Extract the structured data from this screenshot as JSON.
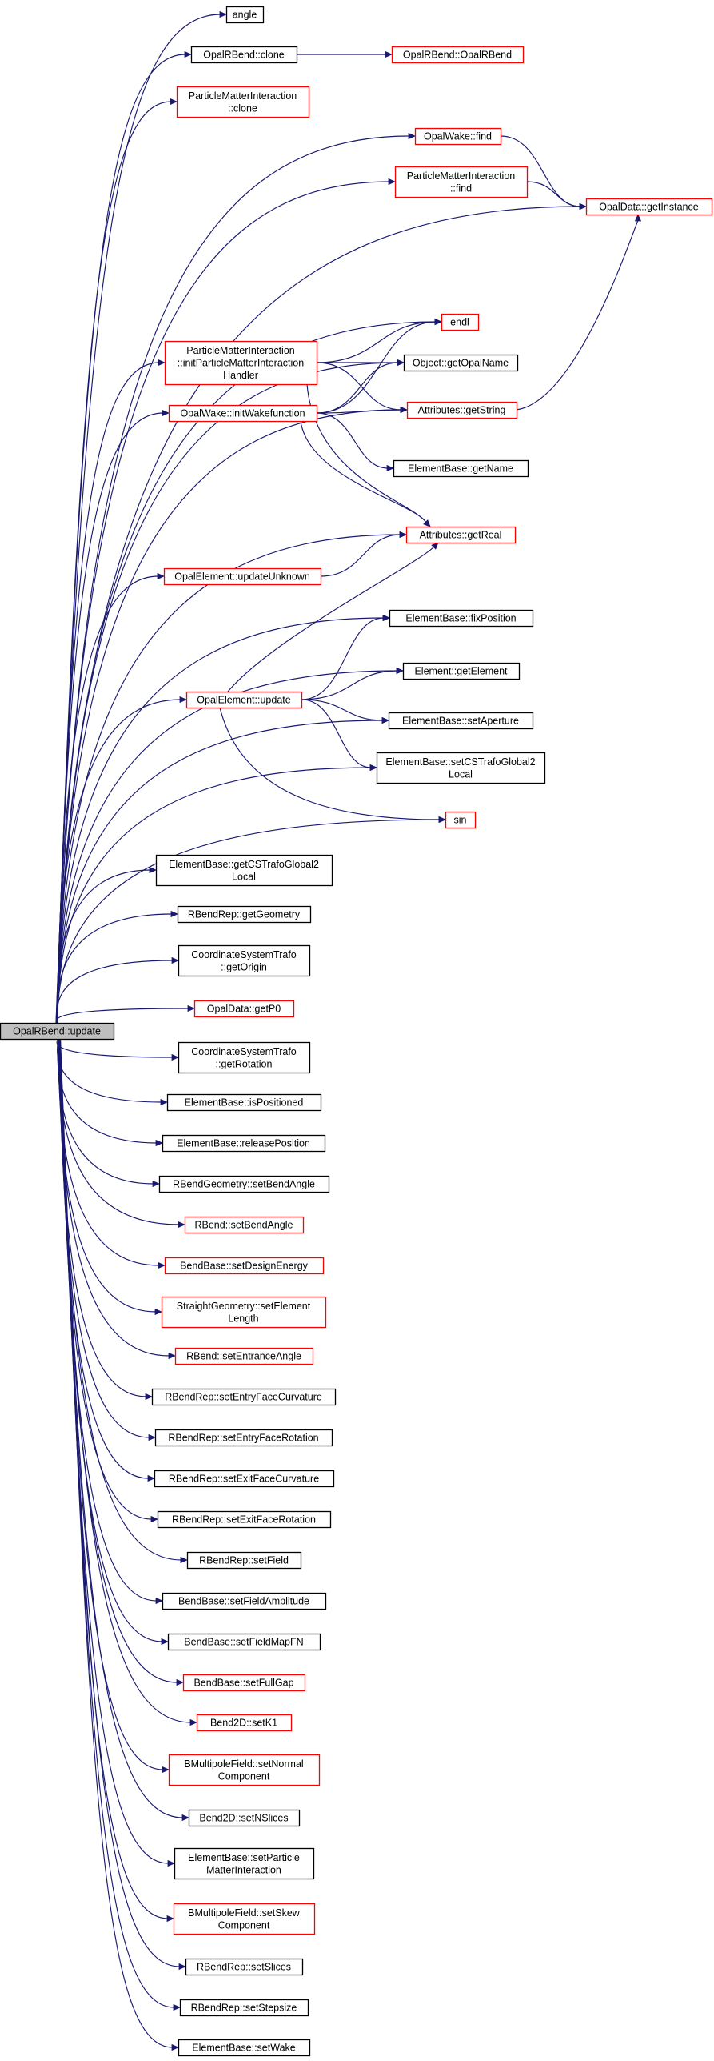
{
  "colors": {
    "edge": "#191970",
    "border_default": "#000000",
    "border_truncated": "#ff0000",
    "root_fill": "#bfbfbf"
  },
  "root": "OpalRBend::update",
  "nodes": [
    {
      "id": "angle",
      "lines": [
        "angle"
      ],
      "red": false
    },
    {
      "id": "opalrbend_clone",
      "lines": [
        "OpalRBend::clone"
      ],
      "red": false
    },
    {
      "id": "opalrbend_ctor",
      "lines": [
        "OpalRBend::OpalRBend"
      ],
      "red": true
    },
    {
      "id": "pmi_clone",
      "lines": [
        "ParticleMatterInteraction",
        "::clone"
      ],
      "red": true
    },
    {
      "id": "opalwake_find",
      "lines": [
        "OpalWake::find"
      ],
      "red": true
    },
    {
      "id": "pmi_find",
      "lines": [
        "ParticleMatterInteraction",
        "::find"
      ],
      "red": true
    },
    {
      "id": "opaldata_getinstance",
      "lines": [
        "OpalData::getInstance"
      ],
      "red": true
    },
    {
      "id": "endl",
      "lines": [
        "endl"
      ],
      "red": true
    },
    {
      "id": "pmi_init",
      "lines": [
        "ParticleMatterInteraction",
        "::initParticleMatterInteraction",
        "Handler"
      ],
      "red": true
    },
    {
      "id": "object_getopalname",
      "lines": [
        "Object::getOpalName"
      ],
      "red": false
    },
    {
      "id": "opalwake_init",
      "lines": [
        "OpalWake::initWakefunction"
      ],
      "red": true
    },
    {
      "id": "attributes_getstring",
      "lines": [
        "Attributes::getString"
      ],
      "red": true
    },
    {
      "id": "elementbase_getname",
      "lines": [
        "ElementBase::getName"
      ],
      "red": false
    },
    {
      "id": "attributes_getreal",
      "lines": [
        "Attributes::getReal"
      ],
      "red": true
    },
    {
      "id": "opalelement_updateunknown",
      "lines": [
        "OpalElement::updateUnknown"
      ],
      "red": true
    },
    {
      "id": "elementbase_fixposition",
      "lines": [
        "ElementBase::fixPosition"
      ],
      "red": false
    },
    {
      "id": "element_getelement",
      "lines": [
        "Element::getElement"
      ],
      "red": false
    },
    {
      "id": "opalelement_update",
      "lines": [
        "OpalElement::update"
      ],
      "red": true
    },
    {
      "id": "elementbase_setaperture",
      "lines": [
        "ElementBase::setAperture"
      ],
      "red": false
    },
    {
      "id": "elementbase_setcstrafo",
      "lines": [
        "ElementBase::setCSTrafoGlobal2",
        "Local"
      ],
      "red": false
    },
    {
      "id": "sin",
      "lines": [
        "sin"
      ],
      "red": true
    },
    {
      "id": "elementbase_getcstrafo",
      "lines": [
        "ElementBase::getCSTrafoGlobal2",
        "Local"
      ],
      "red": false
    },
    {
      "id": "rbendrep_getgeometry",
      "lines": [
        "RBendRep::getGeometry"
      ],
      "red": false
    },
    {
      "id": "cst_getorigin",
      "lines": [
        "CoordinateSystemTrafo",
        "::getOrigin"
      ],
      "red": false
    },
    {
      "id": "opaldata_getp0",
      "lines": [
        "OpalData::getP0"
      ],
      "red": true
    },
    {
      "id": "cst_getrotation",
      "lines": [
        "CoordinateSystemTrafo",
        "::getRotation"
      ],
      "red": false
    },
    {
      "id": "elementbase_ispositioned",
      "lines": [
        "ElementBase::isPositioned"
      ],
      "red": false
    },
    {
      "id": "elementbase_releaseposition",
      "lines": [
        "ElementBase::releasePosition"
      ],
      "red": false
    },
    {
      "id": "rbendgeometry_setbendangle",
      "lines": [
        "RBendGeometry::setBendAngle"
      ],
      "red": false
    },
    {
      "id": "rbend_setbendangle",
      "lines": [
        "RBend::setBendAngle"
      ],
      "red": true
    },
    {
      "id": "bendbase_setdesignenergy",
      "lines": [
        "BendBase::setDesignEnergy"
      ],
      "red": true
    },
    {
      "id": "straightgeometry_setelementlength",
      "lines": [
        "StraightGeometry::setElement",
        "Length"
      ],
      "red": true
    },
    {
      "id": "rbend_setentranceangle",
      "lines": [
        "RBend::setEntranceAngle"
      ],
      "red": true
    },
    {
      "id": "rbendrep_setentryfacecurvature",
      "lines": [
        "RBendRep::setEntryFaceCurvature"
      ],
      "red": false
    },
    {
      "id": "rbendrep_setentryfacerotation",
      "lines": [
        "RBendRep::setEntryFaceRotation"
      ],
      "red": false
    },
    {
      "id": "rbendrep_setexitfacecurvature",
      "lines": [
        "RBendRep::setExitFaceCurvature"
      ],
      "red": false
    },
    {
      "id": "rbendrep_setexitfacerotation",
      "lines": [
        "RBendRep::setExitFaceRotation"
      ],
      "red": false
    },
    {
      "id": "rbendrep_setfield",
      "lines": [
        "RBendRep::setField"
      ],
      "red": false
    },
    {
      "id": "bendbase_setfieldamplitude",
      "lines": [
        "BendBase::setFieldAmplitude"
      ],
      "red": false
    },
    {
      "id": "bendbase_setfieldmapfn",
      "lines": [
        "BendBase::setFieldMapFN"
      ],
      "red": false
    },
    {
      "id": "bendbase_setfullgap",
      "lines": [
        "BendBase::setFullGap"
      ],
      "red": true
    },
    {
      "id": "bend2d_setk1",
      "lines": [
        "Bend2D::setK1"
      ],
      "red": true
    },
    {
      "id": "bmf_setnormal",
      "lines": [
        "BMultipoleField::setNormal",
        "Component"
      ],
      "red": true
    },
    {
      "id": "bend2d_setnslices",
      "lines": [
        "Bend2D::setNSlices"
      ],
      "red": false
    },
    {
      "id": "elementbase_setpmi",
      "lines": [
        "ElementBase::setParticle",
        "MatterInteraction"
      ],
      "red": false
    },
    {
      "id": "bmf_setskew",
      "lines": [
        "BMultipoleField::setSkew",
        "Component"
      ],
      "red": true
    },
    {
      "id": "rbendrep_setslices",
      "lines": [
        "RBendRep::setSlices"
      ],
      "red": false
    },
    {
      "id": "rbendrep_setstepsize",
      "lines": [
        "RBendRep::setStepsize"
      ],
      "red": false
    },
    {
      "id": "elementbase_setwake",
      "lines": [
        "ElementBase::setWake"
      ],
      "red": false
    }
  ],
  "edges": [
    [
      "root",
      "angle"
    ],
    [
      "root",
      "opalrbend_clone"
    ],
    [
      "root",
      "pmi_clone"
    ],
    [
      "root",
      "opalwake_find"
    ],
    [
      "root",
      "pmi_find"
    ],
    [
      "root",
      "opaldata_getinstance"
    ],
    [
      "root",
      "endl"
    ],
    [
      "root",
      "pmi_init"
    ],
    [
      "root",
      "object_getopalname"
    ],
    [
      "root",
      "opalwake_init"
    ],
    [
      "root",
      "attributes_getstring"
    ],
    [
      "root",
      "attributes_getreal"
    ],
    [
      "root",
      "opalelement_updateunknown"
    ],
    [
      "root",
      "elementbase_fixposition"
    ],
    [
      "root",
      "element_getelement"
    ],
    [
      "root",
      "opalelement_update"
    ],
    [
      "root",
      "elementbase_setaperture"
    ],
    [
      "root",
      "elementbase_setcstrafo"
    ],
    [
      "root",
      "sin"
    ],
    [
      "root",
      "elementbase_getcstrafo"
    ],
    [
      "root",
      "rbendrep_getgeometry"
    ],
    [
      "root",
      "cst_getorigin"
    ],
    [
      "root",
      "opaldata_getp0"
    ],
    [
      "root",
      "cst_getrotation"
    ],
    [
      "root",
      "elementbase_ispositioned"
    ],
    [
      "root",
      "elementbase_releaseposition"
    ],
    [
      "root",
      "rbendgeometry_setbendangle"
    ],
    [
      "root",
      "rbend_setbendangle"
    ],
    [
      "root",
      "bendbase_setdesignenergy"
    ],
    [
      "root",
      "straightgeometry_setelementlength"
    ],
    [
      "root",
      "rbend_setentranceangle"
    ],
    [
      "root",
      "rbendrep_setentryfacecurvature"
    ],
    [
      "root",
      "rbendrep_setentryfacerotation"
    ],
    [
      "root",
      "rbendrep_setexitfacecurvature"
    ],
    [
      "root",
      "rbendrep_setexitfacerotation"
    ],
    [
      "root",
      "rbendrep_setfield"
    ],
    [
      "root",
      "bendbase_setfieldamplitude"
    ],
    [
      "root",
      "bendbase_setfieldmapfn"
    ],
    [
      "root",
      "bendbase_setfullgap"
    ],
    [
      "root",
      "bend2d_setk1"
    ],
    [
      "root",
      "bmf_setnormal"
    ],
    [
      "root",
      "bend2d_setnslices"
    ],
    [
      "root",
      "elementbase_setpmi"
    ],
    [
      "root",
      "bmf_setskew"
    ],
    [
      "root",
      "rbendrep_setslices"
    ],
    [
      "root",
      "rbendrep_setstepsize"
    ],
    [
      "root",
      "elementbase_setwake"
    ],
    [
      "opalrbend_clone",
      "opalrbend_ctor"
    ],
    [
      "opalwake_find",
      "opaldata_getinstance"
    ],
    [
      "pmi_find",
      "opaldata_getinstance"
    ],
    [
      "attributes_getstring",
      "opaldata_getinstance"
    ],
    [
      "pmi_init",
      "endl"
    ],
    [
      "pmi_init",
      "object_getopalname"
    ],
    [
      "pmi_init",
      "attributes_getstring"
    ],
    [
      "pmi_init",
      "attributes_getreal"
    ],
    [
      "opalwake_init",
      "endl"
    ],
    [
      "opalwake_init",
      "object_getopalname"
    ],
    [
      "opalwake_init",
      "attributes_getstring"
    ],
    [
      "opalwake_init",
      "elementbase_getname"
    ],
    [
      "opalwake_init",
      "attributes_getreal"
    ],
    [
      "opalelement_updateunknown",
      "attributes_getreal"
    ],
    [
      "opalelement_update",
      "attributes_getreal"
    ],
    [
      "opalelement_update",
      "elementbase_fixposition"
    ],
    [
      "opalelement_update",
      "element_getelement"
    ],
    [
      "opalelement_update",
      "elementbase_setaperture"
    ],
    [
      "opalelement_update",
      "elementbase_setcstrafo"
    ],
    [
      "opalelement_update",
      "sin"
    ]
  ]
}
